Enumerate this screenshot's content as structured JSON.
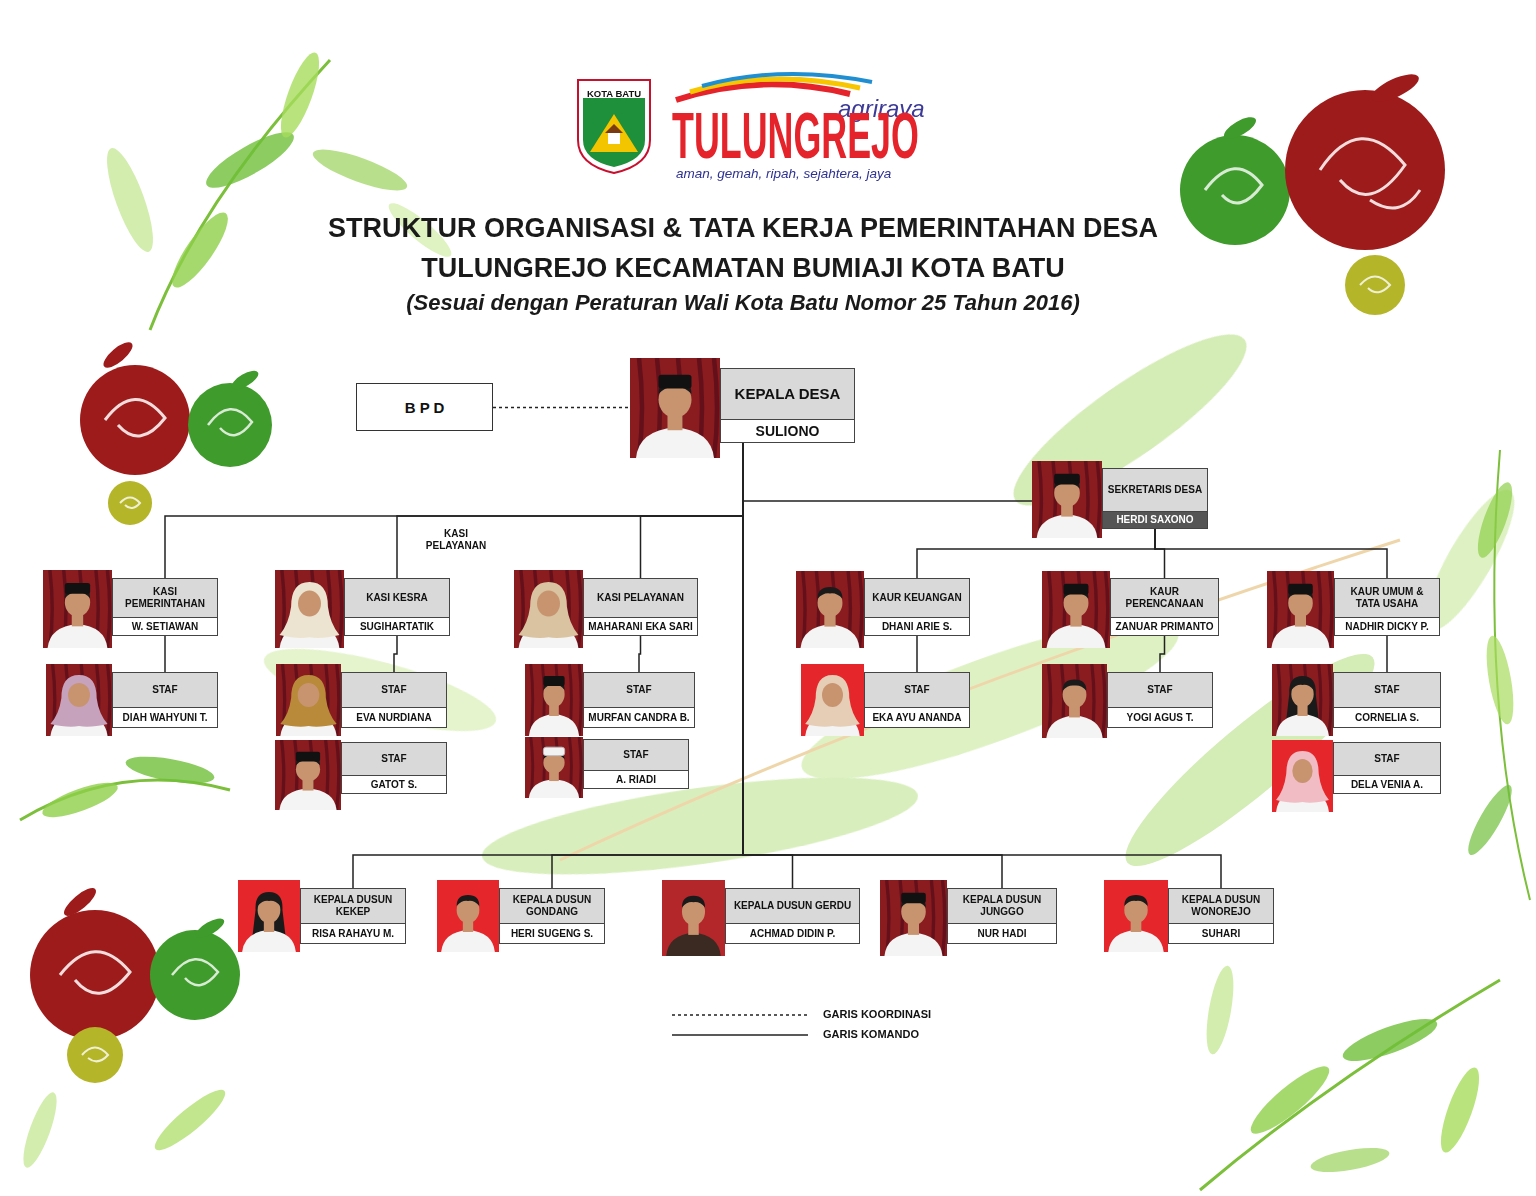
{
  "diagram": {
    "title": "STRUKTUR ORGANISASI & TATA KERJA PEMERINTAHAN DESA TULUNGREJO KECAMATAN BUMIAJI KOTA BATU",
    "caption": "(Sesuai dengan Peraturan Wali Kota Batu Nomor 25 Tahun 2016)",
    "nodes": [
      {
        "text": [
          "B P D"
        ]
      },
      {
        "text": [
          "KEPALA DESA",
          "SULIONO"
        ]
      },
      {
        "text": [
          "SEKRETARIS DESA",
          "HERDI SAXONO"
        ]
      },
      {
        "text": [
          "KASI PEMERINTAHAN",
          "W. SETIAWAN"
        ]
      },
      {
        "text": [
          "KASI KESRA",
          "SUGIHARTATIK"
        ]
      },
      {
        "text": [
          "KASI PELAYANAN",
          "MAHARANI EKA SARI"
        ]
      },
      {
        "text": [
          "KAUR KEUANGAN",
          "DHANI ARIE S."
        ]
      },
      {
        "text": [
          "KAUR PERENCANAAN",
          "ZANUAR PRIMANTO"
        ]
      },
      {
        "text": [
          "KAUR UMUM & TATA USAHA",
          "NADHIR DICKY P."
        ]
      },
      {
        "text": [
          "STAF",
          "DIAH WAHYUNI T."
        ]
      },
      {
        "text": [
          "STAF",
          "EVA NURDIANA"
        ]
      },
      {
        "text": [
          "STAF",
          "MURFAN CANDRA B."
        ]
      },
      {
        "text": [
          "STAF",
          "EKA AYU ANANDA"
        ]
      },
      {
        "text": [
          "STAF",
          "YOGI AGUS T."
        ]
      },
      {
        "text": [
          "STAF",
          "CORNELIA S."
        ]
      },
      {
        "text": [
          "STAF",
          "GATOT S."
        ]
      },
      {
        "text": [
          "STAF",
          "A. RIADI"
        ]
      },
      {
        "text": [
          "STAF",
          "DELA VENIA A."
        ]
      },
      {
        "text": [
          "KEPALA DUSUN KEKEP",
          "RISA RAHAYU M."
        ]
      },
      {
        "text": [
          "KEPALA DUSUN GONDANG",
          "HERI SUGENG S."
        ]
      },
      {
        "text": [
          "KEPALA DUSUN GERDU",
          "ACHMAD DIDIN P."
        ]
      },
      {
        "text": [
          "KEPALA DUSUN JUNGGO",
          "NUR HADI"
        ]
      },
      {
        "text": [
          "KEPALA DUSUN WONOREJO",
          "SUHARI"
        ]
      }
    ],
    "edges": [
      {
        "from": 0,
        "to": 1,
        "arrow": "none"
      },
      {
        "from": 1,
        "to": 2,
        "arrow": "none"
      },
      {
        "from": 1,
        "to": 3,
        "arrow": "none"
      },
      {
        "from": 1,
        "to": 4,
        "arrow": "none"
      },
      {
        "from": 1,
        "to": 5,
        "arrow": "none"
      },
      {
        "from": 2,
        "to": 6,
        "arrow": "none"
      },
      {
        "from": 2,
        "to": 7,
        "arrow": "none"
      },
      {
        "from": 2,
        "to": 8,
        "arrow": "none"
      },
      {
        "from": 1,
        "to": 18,
        "arrow": "none"
      },
      {
        "from": 1,
        "to": 19,
        "arrow": "none"
      },
      {
        "from": 1,
        "to": 20,
        "arrow": "none"
      },
      {
        "from": 1,
        "to": 21,
        "arrow": "none"
      },
      {
        "from": 1,
        "to": 22,
        "arrow": "none"
      },
      {
        "from": 3,
        "to": 9,
        "arrow": "none"
      },
      {
        "from": 4,
        "to": 10,
        "arrow": "none"
      },
      {
        "from": 5,
        "to": 11,
        "arrow": "none"
      },
      {
        "from": 6,
        "to": 12,
        "arrow": "none"
      },
      {
        "from": 7,
        "to": 13,
        "arrow": "none"
      },
      {
        "from": 8,
        "to": 14,
        "arrow": "none"
      }
    ],
    "labels": [
      "KOTA BATU",
      "agriraya",
      "TULUNGREJO",
      "aman, gemah, ripah, sejahtera, jaya",
      "KASI PELAYANAN"
    ],
    "legend": [
      {
        "text": "GARIS KOORDINASI"
      },
      {
        "text": "GARIS KOMANDO"
      }
    ]
  }
}
